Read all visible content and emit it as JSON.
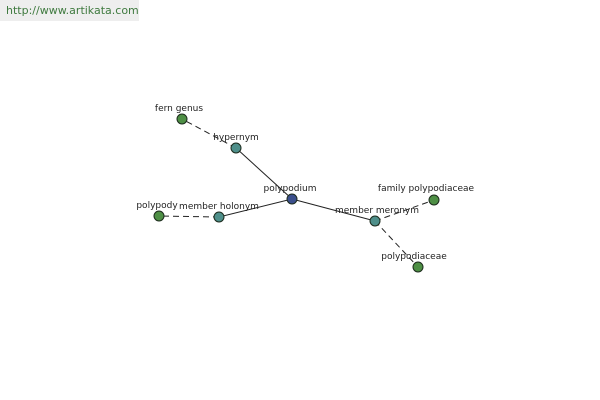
{
  "source": {
    "url_text": "http://www.artikata.com"
  },
  "colors": {
    "center_node": "#3b4f8c",
    "relation_node": "#4e8f8a",
    "leaf_node": "#4e8f45"
  },
  "graph": {
    "center": "polypodium",
    "relations": [
      {
        "label": "hypernym",
        "target": "fern genus"
      },
      {
        "label": "member holonym",
        "target": "polypody"
      },
      {
        "label": "member meronym",
        "targets": [
          "family polypodiaceae",
          "polypodiaceae"
        ]
      }
    ]
  }
}
